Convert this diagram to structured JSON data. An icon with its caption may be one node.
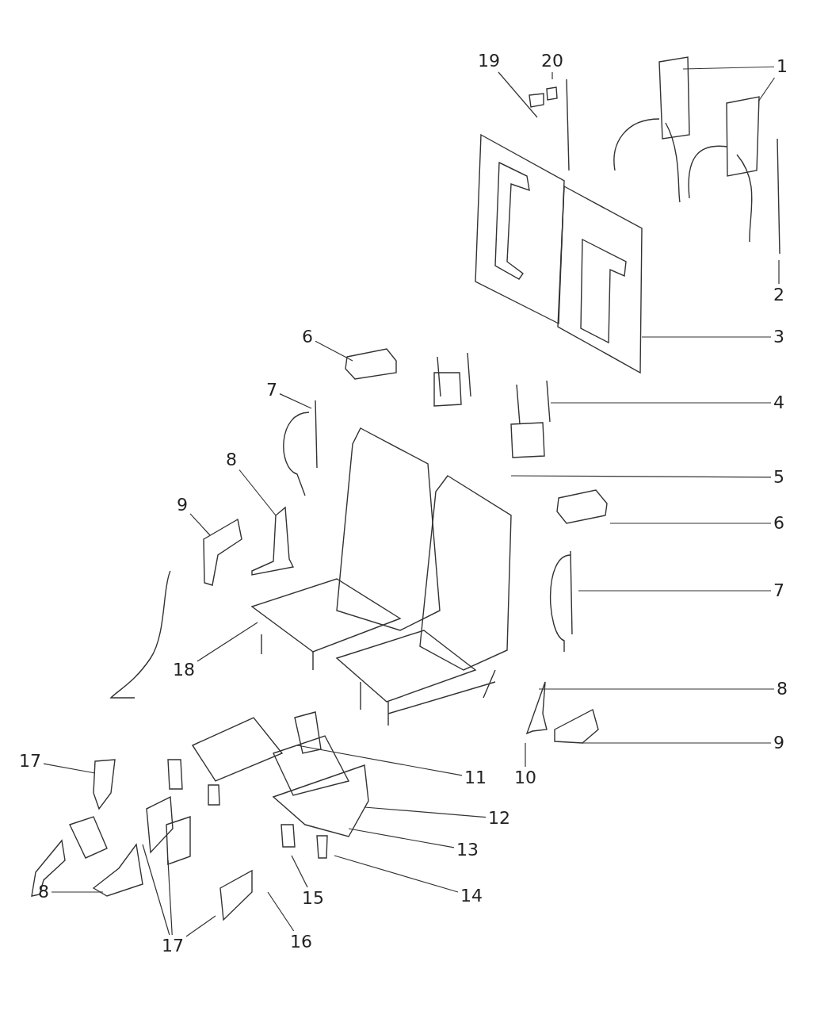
{
  "diagram": {
    "nodes": [
      {
        "text": [
          "19"
        ]
      },
      {
        "text": [
          "20"
        ]
      },
      {
        "text": [
          "1"
        ]
      },
      {
        "text": [
          "2"
        ]
      },
      {
        "text": [
          "3"
        ]
      },
      {
        "text": [
          "6"
        ]
      },
      {
        "text": [
          "4"
        ]
      },
      {
        "text": [
          "7"
        ]
      },
      {
        "text": [
          "5"
        ]
      },
      {
        "text": [
          "8"
        ]
      },
      {
        "text": [
          "9"
        ]
      },
      {
        "text": [
          "6"
        ]
      },
      {
        "text": [
          "7"
        ]
      },
      {
        "text": [
          "18"
        ]
      },
      {
        "text": [
          "8"
        ]
      },
      {
        "text": [
          "9"
        ]
      },
      {
        "text": [
          "11"
        ]
      },
      {
        "text": [
          "10"
        ]
      },
      {
        "text": [
          "17"
        ]
      },
      {
        "text": [
          "12"
        ]
      },
      {
        "text": [
          "13"
        ]
      },
      {
        "text": [
          "8"
        ]
      },
      {
        "text": [
          "15"
        ]
      },
      {
        "text": [
          "14"
        ]
      },
      {
        "text": [
          "17"
        ]
      },
      {
        "text": [
          "16"
        ]
      }
    ],
    "edges": [
      {
        "from": 0,
        "to": null,
        "arrow": "none"
      },
      {
        "from": 1,
        "to": null,
        "arrow": "none"
      },
      {
        "from": 2,
        "to": null,
        "arrow": "none"
      },
      {
        "from": 2,
        "to": null,
        "arrow": "none"
      },
      {
        "from": 3,
        "to": null,
        "arrow": "none"
      },
      {
        "from": 4,
        "to": null,
        "arrow": "none"
      },
      {
        "from": 5,
        "to": null,
        "arrow": "none"
      },
      {
        "from": 6,
        "to": null,
        "arrow": "none"
      },
      {
        "from": 7,
        "to": null,
        "arrow": "none"
      },
      {
        "from": 8,
        "to": null,
        "arrow": "none"
      },
      {
        "from": 9,
        "to": null,
        "arrow": "none"
      },
      {
        "from": 10,
        "to": null,
        "arrow": "none"
      },
      {
        "from": 11,
        "to": null,
        "arrow": "none"
      },
      {
        "from": 12,
        "to": null,
        "arrow": "none"
      },
      {
        "from": 13,
        "to": null,
        "arrow": "none"
      },
      {
        "from": 14,
        "to": null,
        "arrow": "none"
      },
      {
        "from": 15,
        "to": null,
        "arrow": "none"
      },
      {
        "from": 16,
        "to": null,
        "arrow": "none"
      },
      {
        "from": 17,
        "to": null,
        "arrow": "none"
      },
      {
        "from": 18,
        "to": null,
        "arrow": "none"
      },
      {
        "from": 19,
        "to": null,
        "arrow": "none"
      },
      {
        "from": 20,
        "to": null,
        "arrow": "none"
      },
      {
        "from": 21,
        "to": null,
        "arrow": "none"
      },
      {
        "from": 22,
        "to": null,
        "arrow": "none"
      },
      {
        "from": 23,
        "to": null,
        "arrow": "none"
      },
      {
        "from": 24,
        "to": null,
        "arrow": "none"
      },
      {
        "from": 24,
        "to": null,
        "arrow": "none"
      },
      {
        "from": 24,
        "to": null,
        "arrow": "none"
      },
      {
        "from": 25,
        "to": null,
        "arrow": "none"
      }
    ]
  }
}
